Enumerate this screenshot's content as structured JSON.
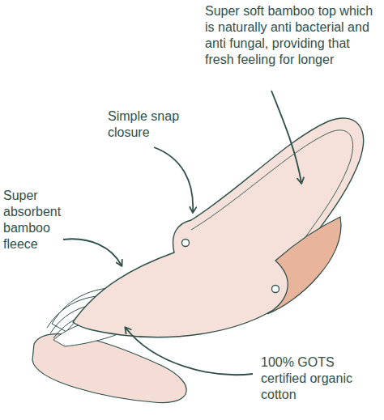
{
  "diagram": {
    "labels": [
      "Super soft bamboo top which is naturally anti bacterial and anti fungal, providing that fresh feeling for longer",
      "Simple snap closure",
      "Super absorbent bamboo fleece",
      "100% GOTS certified organic cotton"
    ]
  }
}
